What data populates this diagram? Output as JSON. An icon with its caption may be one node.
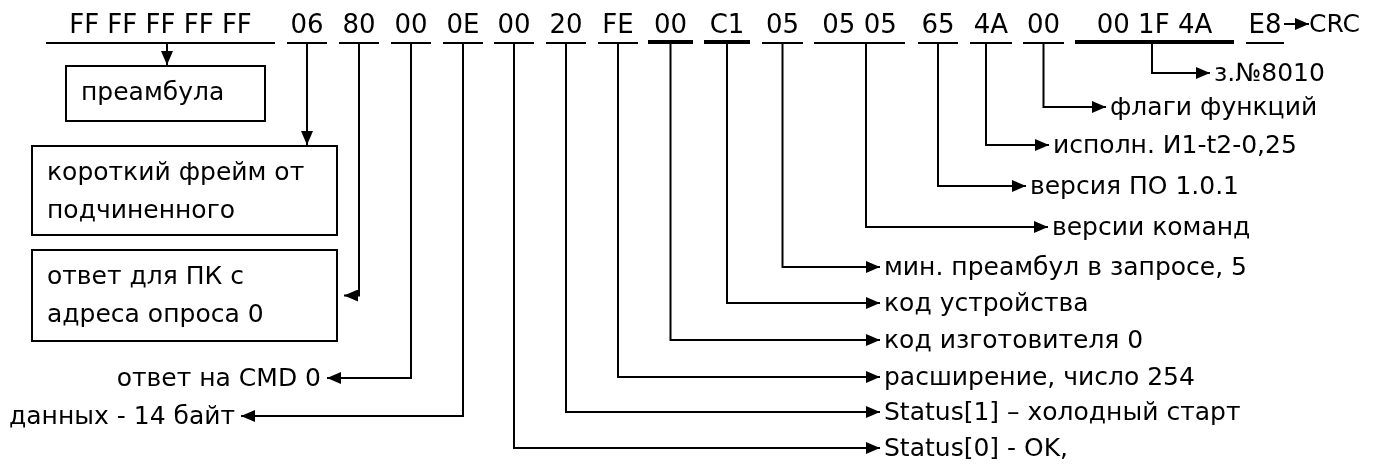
{
  "diagram": {
    "nodes": [
      {
        "text": [
          "FF FF FF FF FF"
        ]
      },
      {
        "text": [
          "06"
        ]
      },
      {
        "text": [
          "80"
        ]
      },
      {
        "text": [
          "00"
        ]
      },
      {
        "text": [
          "0E"
        ]
      },
      {
        "text": [
          "00"
        ]
      },
      {
        "text": [
          "20"
        ]
      },
      {
        "text": [
          "FE"
        ]
      },
      {
        "text": [
          "00"
        ]
      },
      {
        "text": [
          "C1"
        ]
      },
      {
        "text": [
          "05"
        ]
      },
      {
        "text": [
          "05 05"
        ]
      },
      {
        "text": [
          "65"
        ]
      },
      {
        "text": [
          "4A"
        ]
      },
      {
        "text": [
          "00"
        ]
      },
      {
        "text": [
          "00 1F 4A"
        ]
      },
      {
        "text": [
          "E8"
        ]
      },
      {
        "text": [
          "преамбула"
        ]
      },
      {
        "text": [
          "короткий фрейм от подчиненного"
        ]
      },
      {
        "text": [
          "ответ для ПК с адреса опроса 0"
        ]
      },
      {
        "text": [
          "ответ на CMD 0"
        ]
      },
      {
        "text": [
          "данных - 14 байт"
        ]
      },
      {
        "text": [
          "CRC"
        ]
      },
      {
        "text": [
          "з.№8010"
        ]
      },
      {
        "text": [
          "флаги функций"
        ]
      },
      {
        "text": [
          "исполн. И1-t2-0,25"
        ]
      },
      {
        "text": [
          "версия ПО 1.0.1"
        ]
      },
      {
        "text": [
          "версии команд"
        ]
      },
      {
        "text": [
          "мин. преамбул в запросе, 5"
        ]
      },
      {
        "text": [
          "код устройства"
        ]
      },
      {
        "text": [
          "код изготовителя 0"
        ]
      },
      {
        "text": [
          "расширение, число 254"
        ]
      },
      {
        "text": [
          "Status[1] – холодный старт"
        ]
      },
      {
        "text": [
          "Status[0] - OK,"
        ]
      }
    ],
    "edges": [
      {
        "from": 0,
        "to": 17,
        "arrow": "to"
      },
      {
        "from": 1,
        "to": 18,
        "arrow": "to"
      },
      {
        "from": 2,
        "to": 19,
        "arrow": "to"
      },
      {
        "from": 3,
        "to": 20,
        "arrow": "to"
      },
      {
        "from": 4,
        "to": 21,
        "arrow": "to"
      },
      {
        "from": 5,
        "to": 33,
        "arrow": "to"
      },
      {
        "from": 6,
        "to": 32,
        "arrow": "to"
      },
      {
        "from": 7,
        "to": 31,
        "arrow": "to"
      },
      {
        "from": 8,
        "to": 30,
        "arrow": "to"
      },
      {
        "from": 9,
        "to": 29,
        "arrow": "to"
      },
      {
        "from": 10,
        "to": 28,
        "arrow": "to"
      },
      {
        "from": 11,
        "to": 27,
        "arrow": "to"
      },
      {
        "from": 12,
        "to": 26,
        "arrow": "to"
      },
      {
        "from": 13,
        "to": 25,
        "arrow": "to"
      },
      {
        "from": 14,
        "to": 24,
        "arrow": "to"
      },
      {
        "from": 15,
        "to": 23,
        "arrow": "to"
      },
      {
        "from": 16,
        "to": 22,
        "arrow": "to"
      }
    ]
  }
}
